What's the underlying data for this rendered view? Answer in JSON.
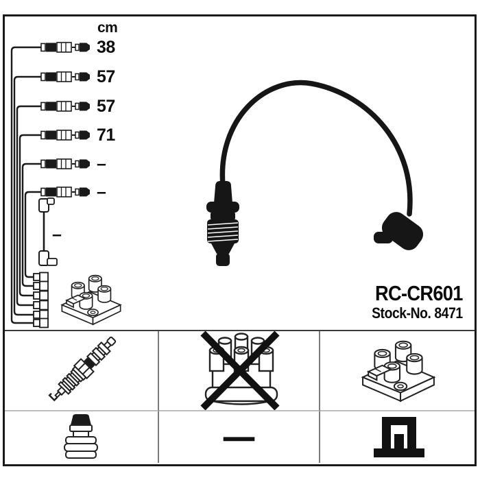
{
  "product": {
    "model": "RC-CR601",
    "stock_no": "Stock-No. 8471"
  },
  "length_table": {
    "unit": "cm",
    "leads": [
      "38",
      "57",
      "57",
      "71",
      "–",
      "–"
    ],
    "coil_lead": "–"
  },
  "grid": {
    "dash_label": "—",
    "cells": [
      "spark-plug-icon",
      "distributor-cap-crossed-icon",
      "ignition-coil-icon",
      "terminal-boot-icon",
      "dash-symbol",
      "din-terminal-icon"
    ]
  },
  "colors": {
    "ink": "#1a1a1a",
    "paper": "#ffffff",
    "grid_line": "#7a7a7a"
  }
}
